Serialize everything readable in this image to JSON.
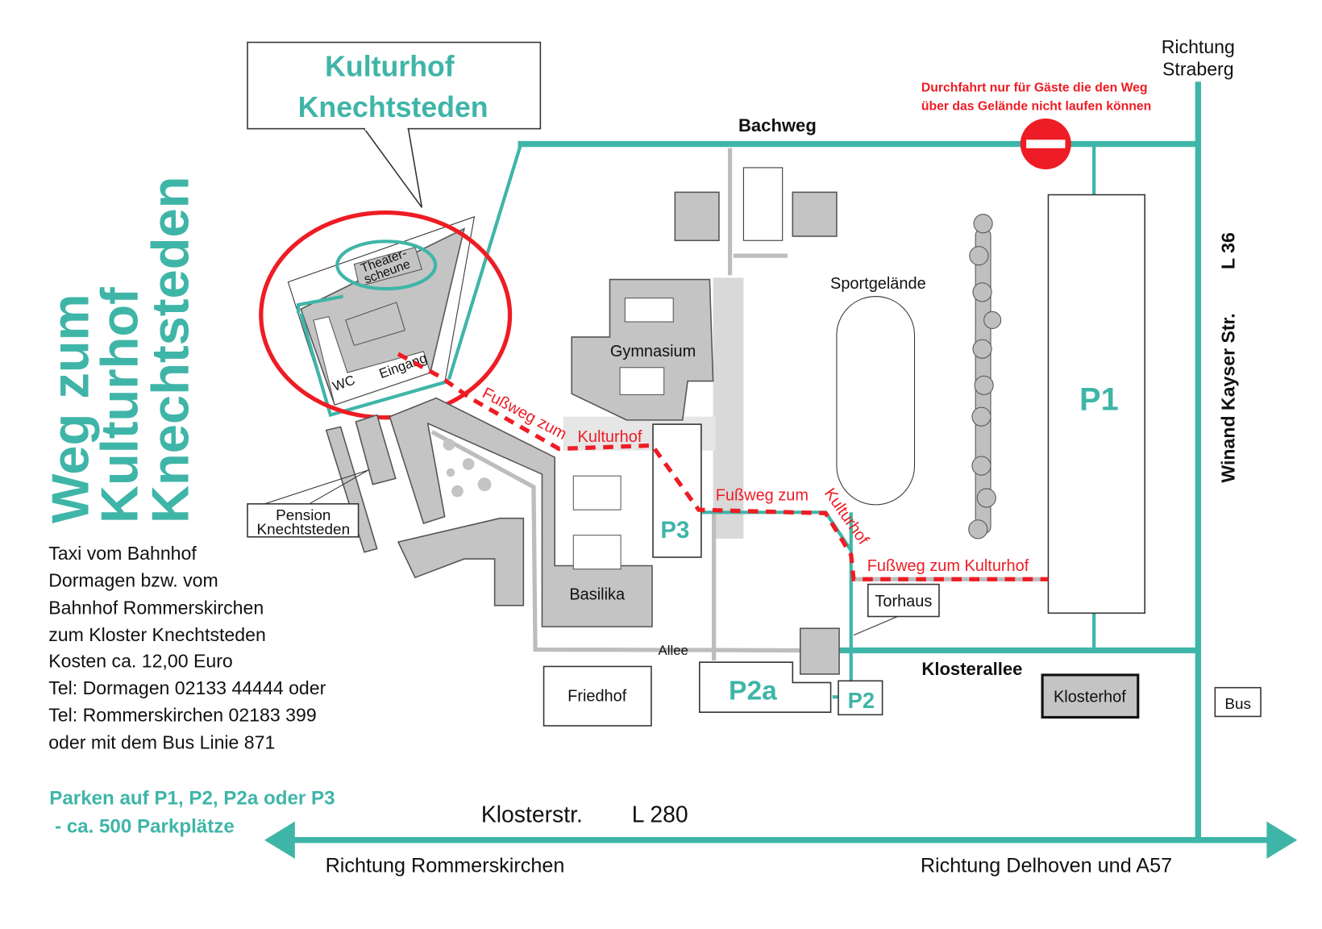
{
  "colors": {
    "accent": "#3fb5a8",
    "footpath": "#ee1c24",
    "building": "#c4c4c4"
  },
  "title_box": {
    "line1": "Kulturhof",
    "line2": "Knechtsteden"
  },
  "side_title": [
    "Weg zum",
    "Kulturhof",
    "Knechtsteden"
  ],
  "north": {
    "richtung": "Richtung",
    "ort": "Straberg"
  },
  "notice": [
    "Durchfahrt nur für Gäste die den Weg",
    "über das Gelände nicht laufen können"
  ],
  "no_entry_icon": "no-entry-sign",
  "roads": {
    "bachweg": "Bachweg",
    "winand": "Winand Kayser Str.",
    "l36": "L 36",
    "klosterallee": "Klosterallee",
    "klosterstr": "Klosterstr.",
    "l280": "L 280",
    "allee": "Allee"
  },
  "directions": {
    "west": "Richtung Rommerskirchen",
    "east": "Richtung Delhoven und A57"
  },
  "places": {
    "sport": "Sportgelände",
    "gymnasium": "Gymnasium",
    "basilika": "Basilika",
    "friedhof": "Friedhof",
    "torhaus": "Torhaus",
    "klosterhof": "Klosterhof",
    "bus": "Bus",
    "pension1": "Pension",
    "pension2": "Knechtsteden",
    "theater1": "Theater-",
    "theater2": "scheune",
    "wc": "WC",
    "eingang": "Eingang"
  },
  "parking": {
    "p1": "P1",
    "p2": "P2",
    "p2a": "P2a",
    "p3": "P3"
  },
  "footpaths": {
    "a": "Fußweg zum Kulturhof",
    "b1": "Fußweg zum",
    "b2": "Kulturhof",
    "c": "Fußweg zum Kulturhof"
  },
  "taxi": [
    "Taxi vom Bahnhof",
    "Dormagen bzw. vom",
    "Bahnhof Rommerskirchen",
    "zum Kloster Knechtsteden",
    "Kosten ca. 12,00 Euro",
    "Tel: Dormagen 02133 44444 oder",
    "Tel: Rommerskirchen 02183 399",
    "oder mit dem Bus Linie 871"
  ],
  "parken": [
    "Parken auf P1, P2, P2a oder P3",
    " - ca. 500 Parkplätze"
  ]
}
